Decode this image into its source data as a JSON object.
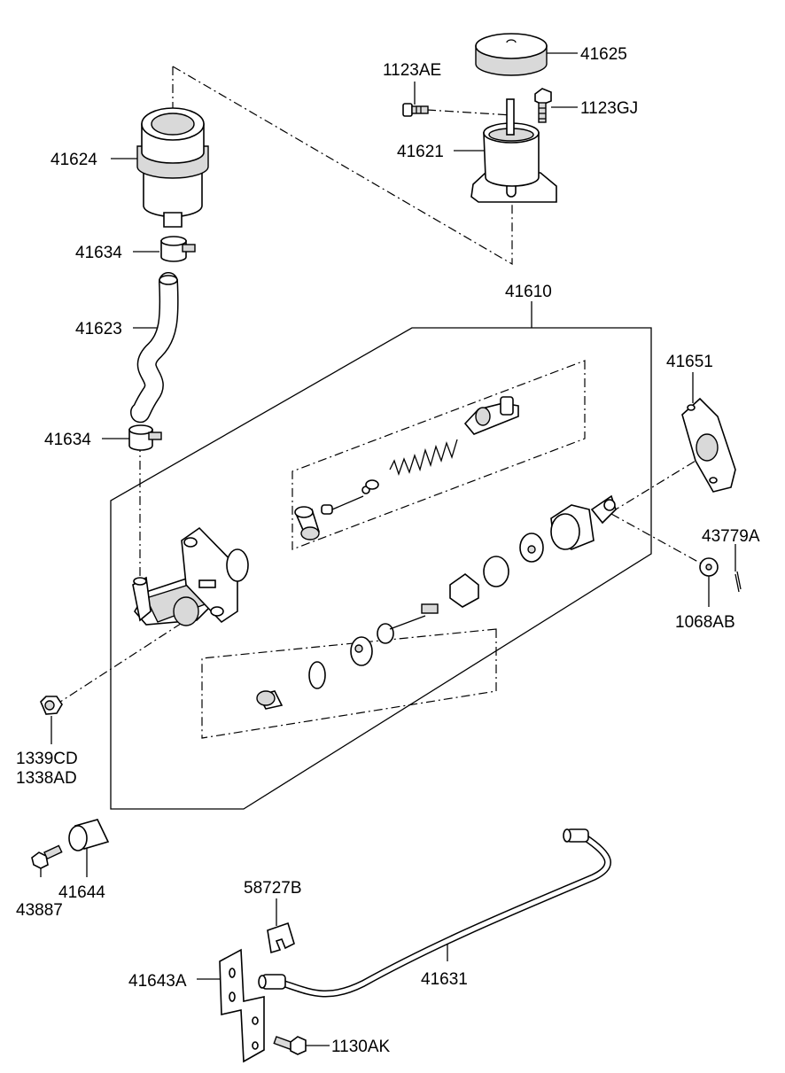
{
  "labels": {
    "p41625": "41625",
    "p1123AE": "1123AE",
    "p1123GJ": "1123GJ",
    "p41621": "41621",
    "p41624": "41624",
    "p41634_top": "41634",
    "p41623": "41623",
    "p41610": "41610",
    "p41651": "41651",
    "p41634_bottom": "41634",
    "p43779A": "43779A",
    "p1068AB": "1068AB",
    "p1339CD": "1339CD",
    "p1338AD": "1338AD",
    "p43887": "43887",
    "p41644": "41644",
    "p58727B": "58727B",
    "p41631": "41631",
    "p41643A": "41643A",
    "p1130AK": "1130AK"
  }
}
